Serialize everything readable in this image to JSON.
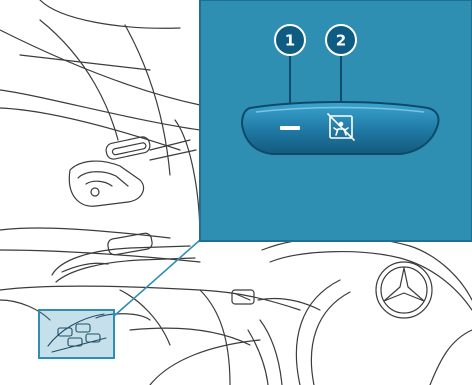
{
  "figure": {
    "callouts": [
      {
        "number": "1",
        "target": "window-control-indicator"
      },
      {
        "number": "2",
        "target": "child-safety-lock-symbol"
      }
    ],
    "icons": [
      "child-safety-lock-icon",
      "mercedes-star-icon"
    ],
    "colors": {
      "inset_background": "#2e8fb3",
      "inset_border": "#1f6f92",
      "button_face": "#1f79a4",
      "callout_fill": "#0f5c82",
      "highlight_box": "#2e8fb3",
      "line_art": "#3c3c3c"
    }
  }
}
